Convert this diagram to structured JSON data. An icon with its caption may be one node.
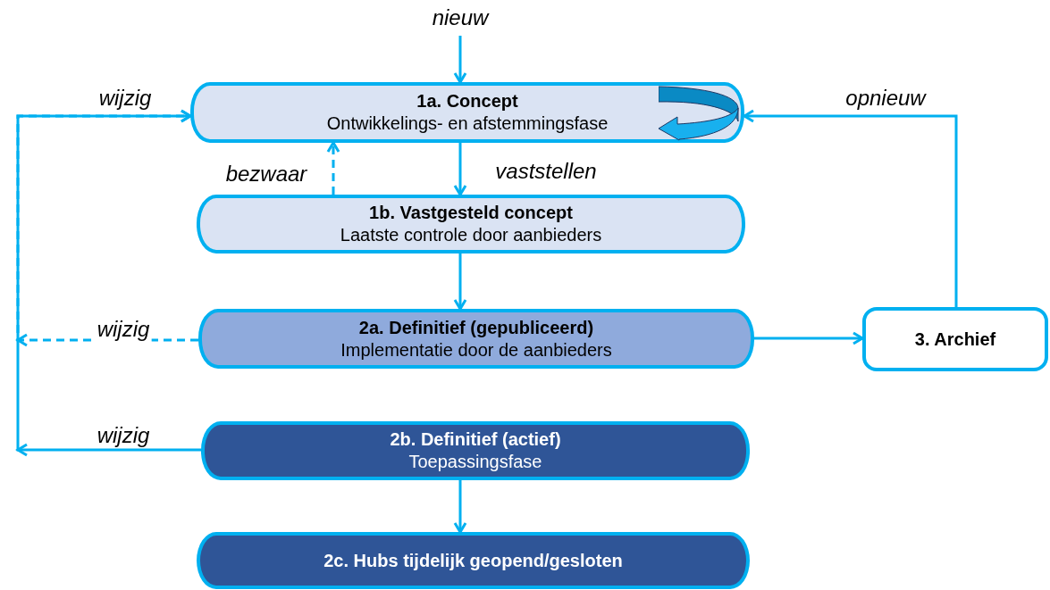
{
  "diagram": {
    "nodes": [
      {
        "text": [
          "1a. Concept",
          "Ontwikkelings- en afstemmingsfase"
        ]
      },
      {
        "text": [
          "1b. Vastgesteld concept",
          "Laatste controle door aanbieders"
        ]
      },
      {
        "text": [
          "2a. Definitief (gepubliceerd)",
          "Implementatie door de aanbieders"
        ]
      },
      {
        "text": [
          "2b. Definitief (actief)",
          "Toepassingsfase"
        ]
      },
      {
        "text": [
          "2c. Hubs tijdelijk geopend/gesloten"
        ]
      },
      {
        "text": [
          "3. Archief"
        ]
      }
    ],
    "edges": [
      {
        "from": null,
        "to": 0,
        "arrow": "to",
        "label": "nieuw"
      },
      {
        "from": 0,
        "to": 1,
        "arrow": "to",
        "label": "vaststellen"
      },
      {
        "from": 1,
        "to": 0,
        "arrow": "to",
        "label": "bezwaar",
        "style": "dashed"
      },
      {
        "from": 1,
        "to": 2,
        "arrow": "to"
      },
      {
        "from": 2,
        "to": 5,
        "arrow": "to"
      },
      {
        "from": 5,
        "to": 0,
        "arrow": "to",
        "label": "opnieuw"
      },
      {
        "from": 2,
        "to": 0,
        "arrow": "to",
        "label": "wijzig",
        "style": "dashed"
      },
      {
        "from": 3,
        "to": 0,
        "arrow": "to",
        "label": "wijzig"
      },
      {
        "from": 3,
        "to": 4,
        "arrow": "to"
      }
    ],
    "labels": [
      "wijzig"
    ]
  }
}
